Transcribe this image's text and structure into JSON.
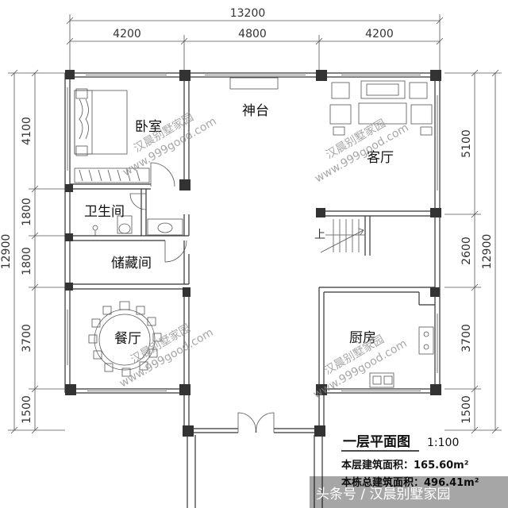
{
  "dimensions": {
    "top_total": "13200",
    "top_segments": [
      "4200",
      "4800",
      "4200"
    ],
    "left_total": "12900",
    "left_segments": [
      "4100",
      "1800",
      "1800",
      "3700",
      "1500"
    ],
    "right_total": "12900",
    "right_segments": [
      "5100",
      "2600",
      "3700",
      "1500"
    ]
  },
  "rooms": {
    "bedroom": "卧室",
    "shrine": "神台",
    "living_room": "客厅",
    "bathroom": "卫生间",
    "storage": "储藏间",
    "dining": "餐厅",
    "kitchen": "厨房",
    "stair_up": "上"
  },
  "watermark": {
    "brand": "汉晨别墅家园",
    "url": "www.999good.com"
  },
  "legend": {
    "title": "一层平面图",
    "scale": "1:100",
    "floor_area": "本层建筑面积：165.60m²",
    "total_area": "本栋总建筑面积：496.41m²"
  },
  "source_caption": "头条号 / 汉晨别墅家园"
}
